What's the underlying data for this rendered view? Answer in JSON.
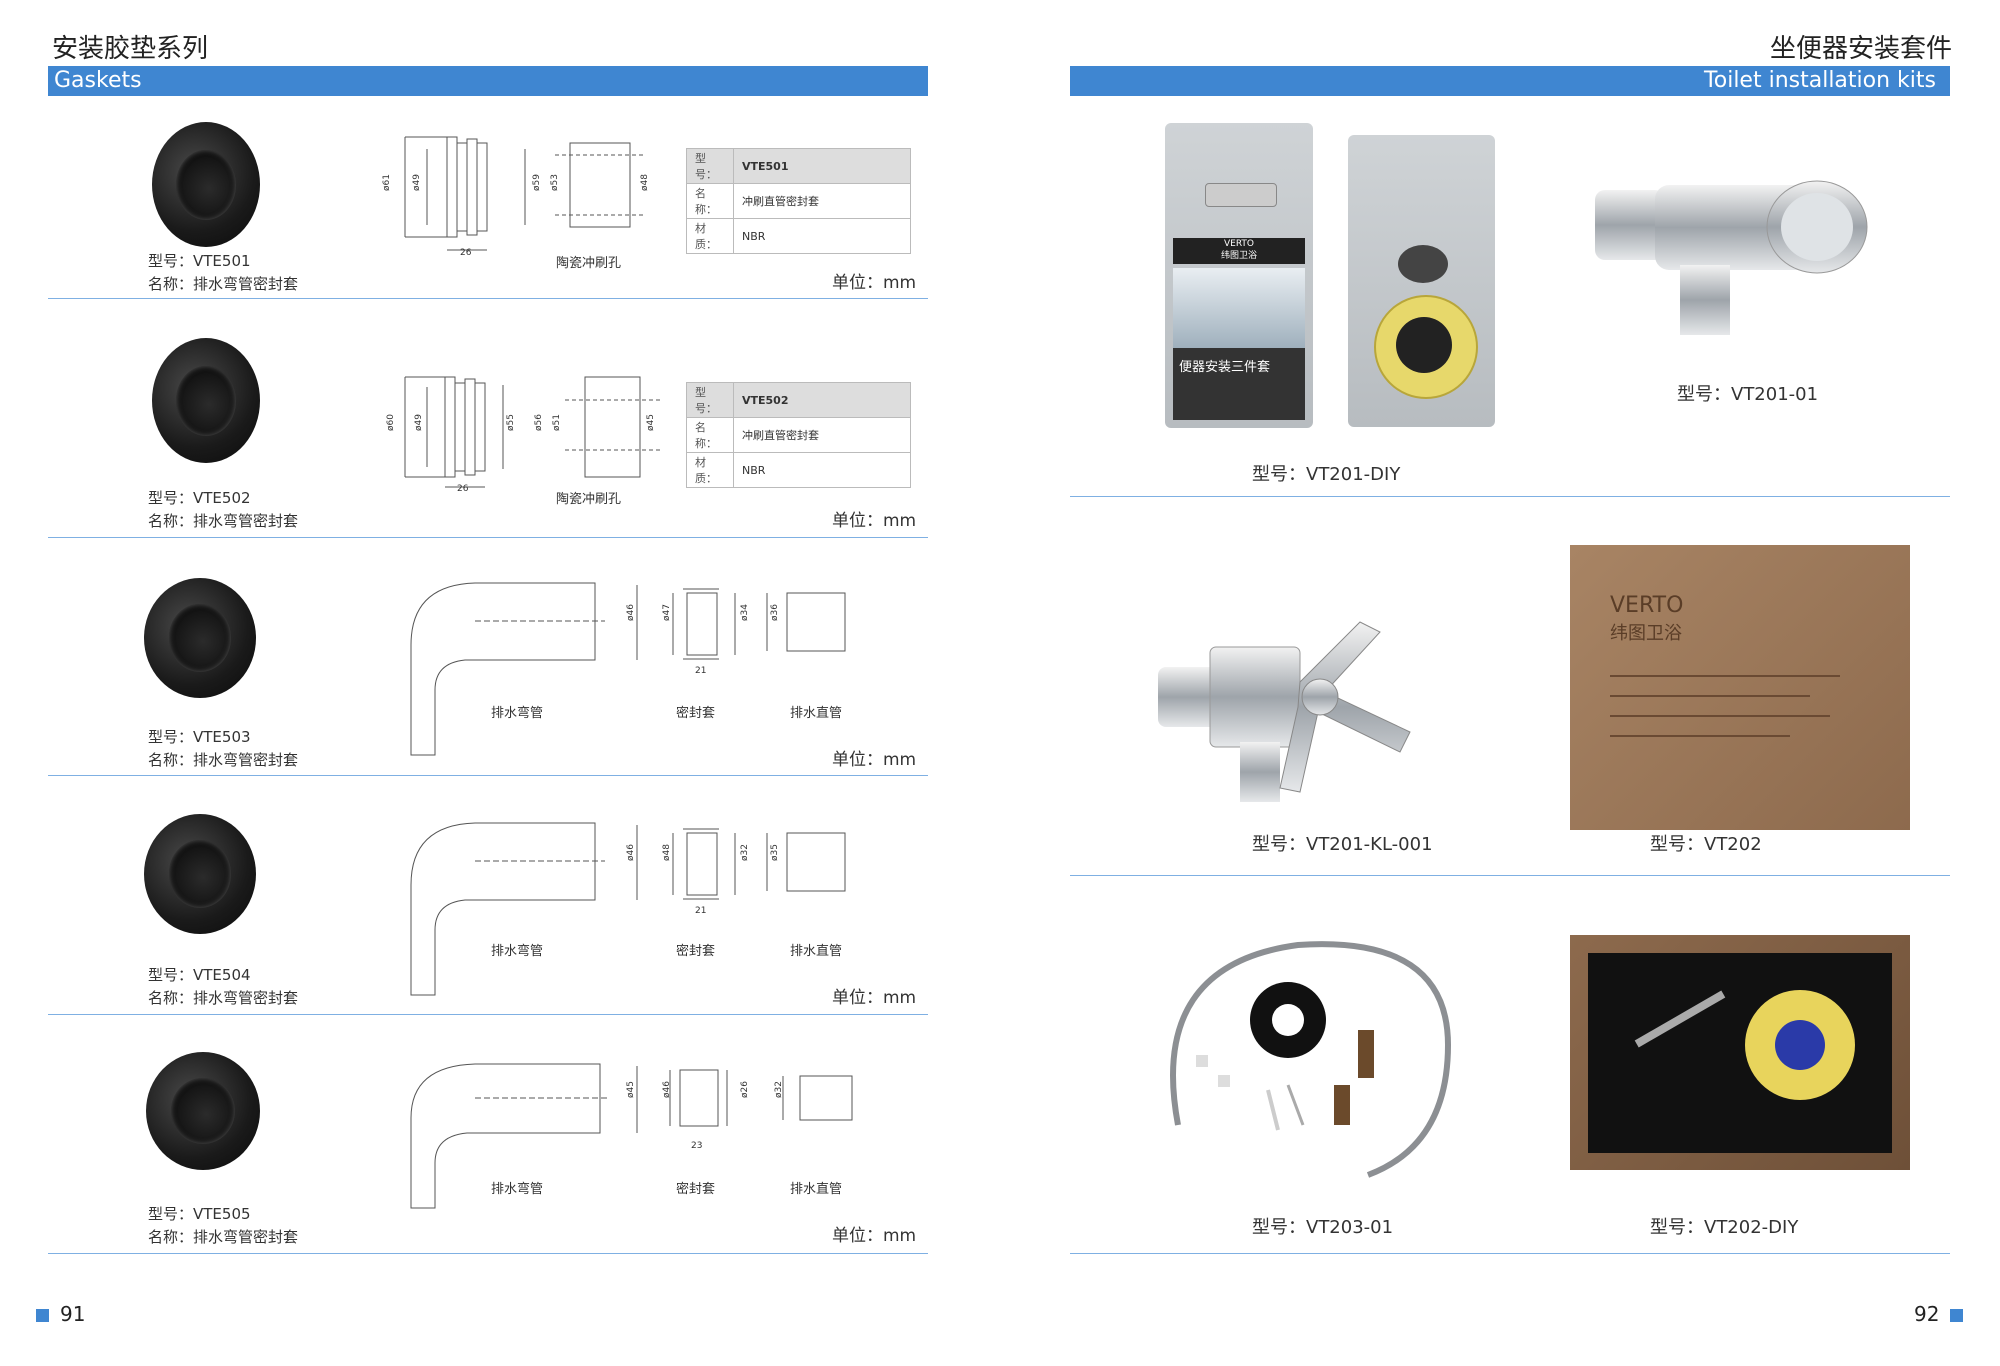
{
  "left_page": {
    "title_cn": "安装胶垫系列",
    "title_en": "Gaskets",
    "page_number": "91",
    "rows": [
      {
        "model": "型号：VTE501",
        "name": "名称：排水弯管密封套",
        "unit": "单位：mm",
        "spec": {
          "model_key": "型号：",
          "model_val": "VTE501",
          "name_key": "名称：",
          "name_val": "冲刷直管密封套",
          "mat_key": "材质：",
          "mat_val": "NBR"
        },
        "dims": [
          "ø61",
          "ø49",
          "26",
          "ø59",
          "ø53",
          "ø48"
        ],
        "drawing_label": "陶瓷冲刷孔"
      },
      {
        "model": "型号：VTE502",
        "name": "名称：排水弯管密封套",
        "unit": "单位：mm",
        "spec": {
          "model_key": "型号：",
          "model_val": "VTE502",
          "name_key": "名称：",
          "name_val": "冲刷直管密封套",
          "mat_key": "材质：",
          "mat_val": "NBR"
        },
        "dims": [
          "ø60",
          "ø49",
          "26",
          "ø55",
          "ø56",
          "ø51",
          "ø45"
        ],
        "drawing_label": "陶瓷冲刷孔"
      },
      {
        "model": "型号：VTE503",
        "name": "名称：排水弯管密封套",
        "unit": "单位：mm",
        "dims": [
          "ø46",
          "ø47",
          "ø34",
          "ø36",
          "21"
        ],
        "labels": [
          "排水弯管",
          "密封套",
          "排水直管"
        ]
      },
      {
        "model": "型号：VTE504",
        "name": "名称：排水弯管密封套",
        "unit": "单位：mm",
        "dims": [
          "ø46",
          "ø48",
          "ø32",
          "ø35",
          "21"
        ],
        "labels": [
          "排水弯管",
          "密封套",
          "排水直管"
        ]
      },
      {
        "model": "型号：VTE505",
        "name": "名称：排水弯管密封套",
        "unit": "单位：mm",
        "dims": [
          "ø45",
          "ø46",
          "ø26",
          "ø32",
          "23"
        ],
        "labels": [
          "排水弯管",
          "密封套",
          "排水直管"
        ]
      }
    ]
  },
  "right_page": {
    "title_cn": "坐便器安装套件",
    "title_en": "Toilet installation kits",
    "page_number": "92",
    "products": [
      {
        "label": "型号：VT201-DIY",
        "pack_brand": "VERTO",
        "pack_brand_cn": "纬图卫浴",
        "pack_title": "便器安装三件套"
      },
      {
        "label": "型号：VT201-01"
      },
      {
        "label": "型号：VT201-KL-001"
      },
      {
        "label": "型号：VT202",
        "box_brand": "VERTO",
        "box_brand_cn": "纬图卫浴"
      },
      {
        "label": "型号：VT203-01"
      },
      {
        "label": "型号：VT202-DIY"
      }
    ]
  },
  "colors": {
    "accent": "#3f86d1",
    "rule": "#7fb0e3"
  }
}
